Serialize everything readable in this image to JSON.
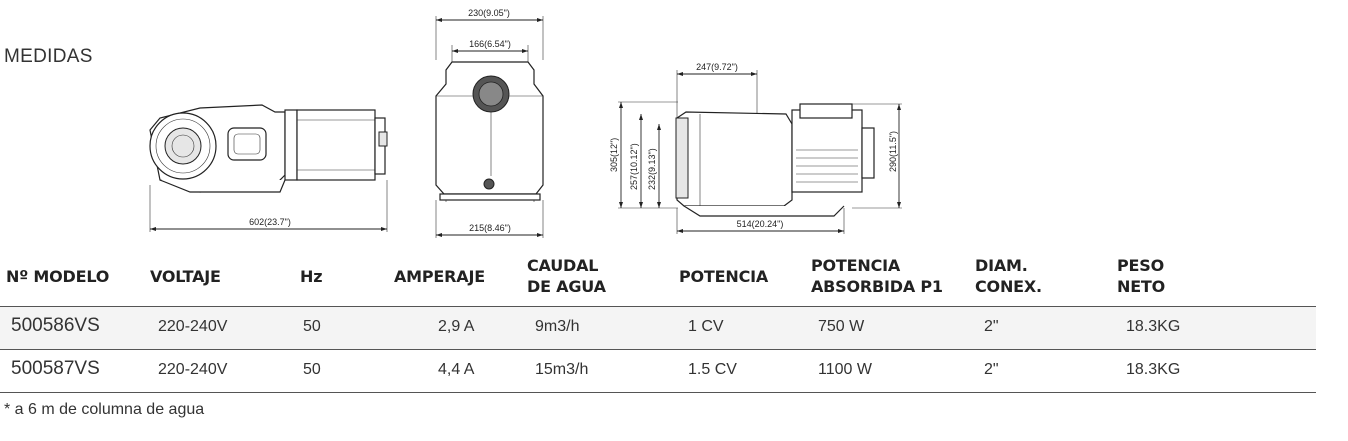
{
  "section_title": "MEDIDAS",
  "dimensions": {
    "side_view_length": "602(23.7\")",
    "front_width_total": "230(9.05\")",
    "front_width_inner": "166(6.54\")",
    "front_base_width": "215(8.46\")",
    "rear_view_width": "247(9.72\")",
    "rear_view_height_total": "305(12\")",
    "rear_view_height_mid": "257(10.12\")",
    "rear_view_height_inlet": "232(9.13\")",
    "rear_view_height_motor": "290(11.5\")",
    "rear_view_base_length": "514(20.24\")"
  },
  "table": {
    "headers": [
      "Nº MODELO",
      "VOLTAJE",
      "Hz",
      "AMPERAJE",
      "CAUDAL\nDE AGUA",
      "POTENCIA",
      "POTENCIA\nABSORBIDA P1",
      "DIAM.\nCONEX.",
      "PESO\nNETO"
    ],
    "rows": [
      [
        "500586VS",
        "220-240V",
        "50",
        "2,9 A",
        "9m3/h",
        "1 CV",
        "750 W",
        "2\"",
        "18.3KG"
      ],
      [
        "500587VS",
        "220-240V",
        "50",
        "4,4 A",
        "15m3/h",
        "1.5 CV",
        "1100 W",
        "2\"",
        "18.3KG"
      ]
    ]
  },
  "footnote": "*  a 6 m de columna de agua"
}
